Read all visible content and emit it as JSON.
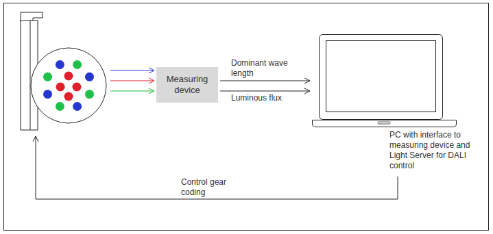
{
  "diagram": {
    "nodes": [
      {
        "text": []
      },
      {
        "text": [
          "Measuring device"
        ]
      },
      {
        "text": [
          "PC with interface to measuring device and Light Server for DALI control"
        ]
      }
    ],
    "edges": [
      {
        "from": 0,
        "to": 1,
        "arrow": "to"
      },
      {
        "from": 0,
        "to": 1,
        "arrow": "to"
      },
      {
        "from": 0,
        "to": 1,
        "arrow": "to"
      },
      {
        "from": 1,
        "to": 2,
        "label": "Dominant wave length",
        "arrow": "to"
      },
      {
        "from": 1,
        "to": 2,
        "label": "Luminous flux",
        "arrow": "to"
      },
      {
        "from": 2,
        "to": 0,
        "label": "Control gear coding",
        "arrow": "to"
      }
    ]
  }
}
